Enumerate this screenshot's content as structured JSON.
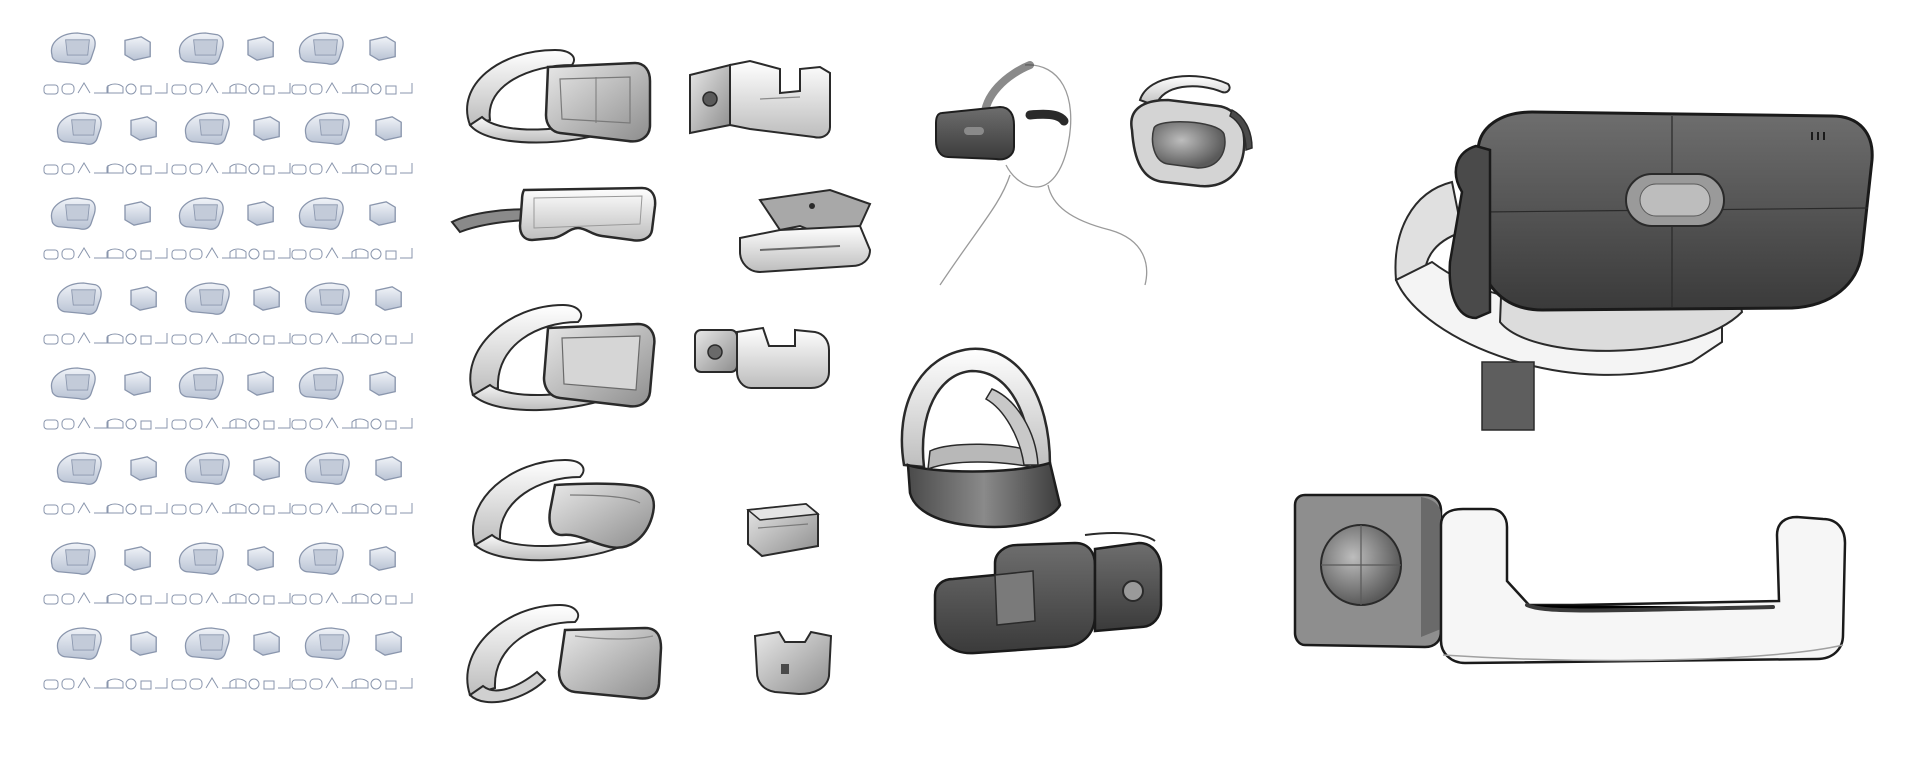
{
  "sheet": {
    "background": "#ffffff",
    "palette": {
      "thumb_stroke": "#8a96ad",
      "thumb_fill": "#e6eaf2",
      "thumb_shade": "#c3cbd9",
      "ink": "#2a2a2a",
      "light": "#f2f2f2",
      "mid": "#bfbfbf",
      "dark": "#5f5f5f",
      "darker": "#3d3d3d",
      "line_art": "#9a9a9a"
    },
    "thumbnail_icons": [
      "headset-icon",
      "phone-mount-icon",
      "cradle-icon",
      "open-box-icon",
      "glasses-icon",
      "controller-icon",
      "stand-icon",
      "tray-icon"
    ],
    "sketches": [
      {
        "name": "headset-strap-sketch",
        "icon": "vr-headset-icon"
      },
      {
        "name": "phone-clamp-sketch",
        "icon": "phone-clamp-icon"
      },
      {
        "name": "visor-glasses-sketch",
        "icon": "visor-icon"
      },
      {
        "name": "mount-plate-sketch",
        "icon": "mount-plate-icon"
      },
      {
        "name": "headset-boxy-sketch",
        "icon": "vr-headset-icon"
      },
      {
        "name": "clamp-cube-sketch",
        "icon": "phone-clamp-icon"
      },
      {
        "name": "headset-curved-sketch",
        "icon": "vr-headset-icon"
      },
      {
        "name": "small-block-sketch",
        "icon": "block-icon"
      },
      {
        "name": "headset-wrap-sketch",
        "icon": "vr-headset-icon"
      },
      {
        "name": "cup-holder-sketch",
        "icon": "cup-icon"
      },
      {
        "name": "person-wearing-headset",
        "icon": "person-headset-icon"
      },
      {
        "name": "headset-rear-view",
        "icon": "vr-headset-icon"
      },
      {
        "name": "headset-side-render",
        "icon": "vr-headset-icon"
      },
      {
        "name": "dark-clamp-render",
        "icon": "phone-clamp-icon"
      },
      {
        "name": "final-headset-render",
        "icon": "vr-headset-icon"
      },
      {
        "name": "final-clamp-render",
        "icon": "phone-clamp-icon"
      }
    ]
  }
}
